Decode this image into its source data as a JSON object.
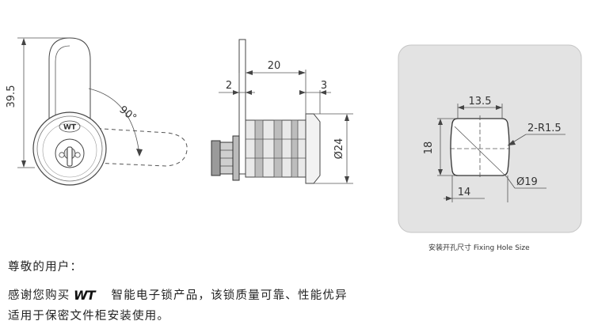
{
  "diagram": {
    "lock_logo": "WT",
    "front_view": {
      "height": "39.5",
      "angle": "90°"
    },
    "side_view": {
      "flange": "2",
      "body_length": "20",
      "offset": "3",
      "diameter": "Ø24"
    },
    "hole_panel": {
      "width_top": "13.5",
      "height": "18",
      "radius": "2-R1.5",
      "width_bottom": "14",
      "diameter": "Ø19",
      "caption_cn": "安装开孔尺寸",
      "caption_en": "Fixing Hole Size"
    }
  },
  "text": {
    "greeting": "尊敬的用户：",
    "line1_before": "感谢您购买",
    "brand": "WT",
    "line1_after": "智能电子锁产品，该锁质量可靠、性能优异",
    "line2": "适用于保密文件柜安装使用。"
  },
  "colors": {
    "panel_bg": "#e3e3e3",
    "panel_border": "#c4c4c4",
    "line": "#444444"
  }
}
